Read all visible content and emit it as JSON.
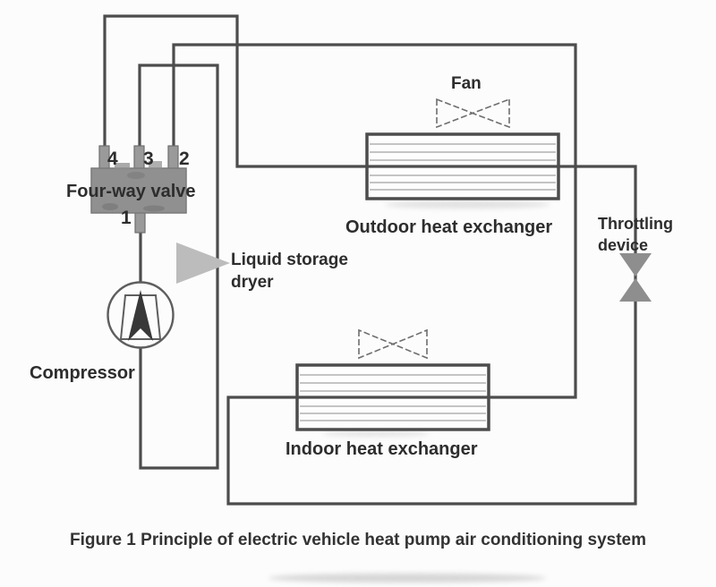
{
  "figure": {
    "caption": "Figure 1 Principle of electric vehicle heat pump air conditioning system"
  },
  "components": {
    "four_way_valve": {
      "label": "Four-way valve",
      "ports": {
        "p1": "1",
        "p2": "2",
        "p3": "3",
        "p4": "4"
      }
    },
    "compressor": {
      "label": "Compressor"
    },
    "liquid_storage_dryer": {
      "label_line1": "Liquid storage",
      "label_line2": "dryer"
    },
    "fan": {
      "label": "Fan"
    },
    "outdoor_heat_exchanger": {
      "label": "Outdoor heat exchanger"
    },
    "indoor_heat_exchanger": {
      "label": "Indoor heat exchanger"
    },
    "throttling_device": {
      "label_line1": "Throttling",
      "label_line2": "device"
    }
  },
  "colors": {
    "pipe": "#4c4c4c",
    "heat_exchanger_border": "#4c4c4c",
    "heat_exchanger_fin": "#a3a3a3",
    "valve_body": "#909090",
    "valve_stub": "#9a9a9a",
    "dryer_fill": "#bcbcbc",
    "throttle_fill": "#8e8e8e",
    "compressor_stroke": "#5e5e5e",
    "compressor_arrow": "#383838",
    "fan_stroke": "#6e6e6e",
    "text": "#2d2d2d",
    "background": "#fcfcfc"
  }
}
